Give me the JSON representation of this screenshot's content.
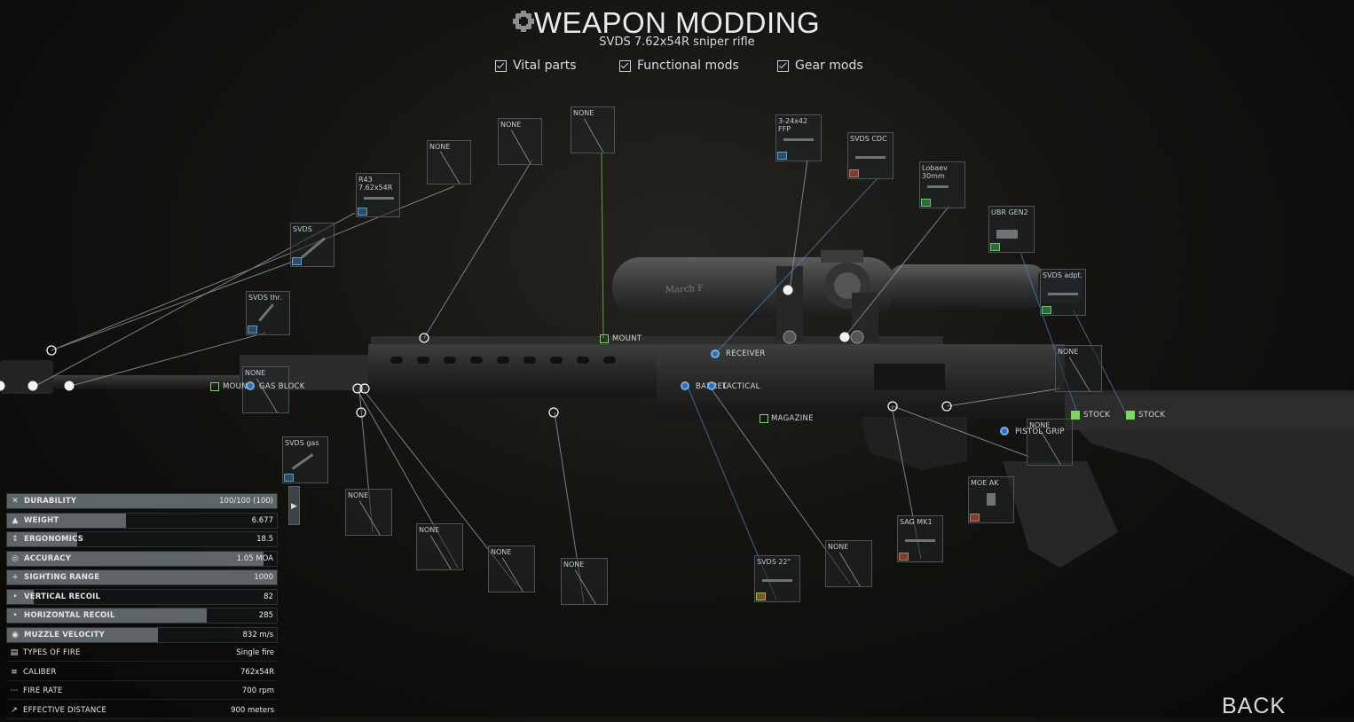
{
  "header": {
    "title": "WEAPON MODDING",
    "subtitle": "SVDS 7.62x54R sniper rifle"
  },
  "filters": [
    {
      "label": "Vital parts",
      "checked": true
    },
    {
      "label": "Functional mods",
      "checked": true
    },
    {
      "label": "Gear mods",
      "checked": true
    }
  ],
  "slots": {
    "svds_thr": "SVDS thr.",
    "svds_handguard": "SVDS",
    "r43": "R43\n7.62x54R",
    "none_a": "NONE",
    "none_b": "NONE",
    "none_c": "NONE",
    "scope": "3-24x42\nFFP",
    "svds_cdc": "SVDS CDC",
    "lobaev": "Lobaev\n30mm",
    "ubr_gen2": "UBR GEN2",
    "svds_adpt": "SVDS adpt.",
    "none_stock": "NONE",
    "none_gas": "NONE",
    "svds_gas": "SVDS gas",
    "none_d": "NONE",
    "none_e": "NONE",
    "none_f": "NONE",
    "none_g": "NONE",
    "svds_22": "SVDS 22\"",
    "none_h": "NONE",
    "sag_mk1": "SAG MK1",
    "moe_ak": "MOE AK",
    "none_pistol": "NONE"
  },
  "nodes": {
    "mount_top": "MOUNT",
    "receiver": "RECEIVER",
    "mount_left": "MOUNT",
    "gas_block": "GAS BLOCK",
    "barrel": "BARREL",
    "tactical": "TACTICAL",
    "magazine": "MAGAZINE",
    "pistol_grip": "PISTOL GRIP",
    "stock_1": "STOCK",
    "stock_2": "STOCK"
  },
  "scope_marking": "March F",
  "stats": [
    {
      "name": "DURABILITY",
      "value": "100/100 (100)",
      "fill": 1.0,
      "icon": "wrench-icon"
    },
    {
      "name": "WEIGHT",
      "value": "6.677",
      "fill": 0.44,
      "icon": "weight-icon"
    },
    {
      "name": "ERGONOMICS",
      "value": "18.5",
      "fill": 0.26,
      "icon": "ergonomics-icon"
    },
    {
      "name": "ACCURACY",
      "value": "1.05 MOA",
      "fill": 0.95,
      "icon": "crosshair-icon"
    },
    {
      "name": "SIGHTING RANGE",
      "value": "1000",
      "fill": 1.0,
      "icon": "sight-icon"
    },
    {
      "name": "VERTICAL RECOIL",
      "value": "82",
      "fill": 0.1,
      "icon": "recoil-v-icon"
    },
    {
      "name": "HORIZONTAL RECOIL",
      "value": "285",
      "fill": 0.74,
      "icon": "recoil-h-icon"
    },
    {
      "name": "MUZZLE VELOCITY",
      "value": "832 m/s",
      "fill": 0.56,
      "icon": "velocity-icon"
    },
    {
      "name": "TYPES OF FIRE",
      "value": "Single fire",
      "icon": "fire-mode-icon"
    },
    {
      "name": "CALIBER",
      "value": "762x54R",
      "icon": "caliber-icon"
    },
    {
      "name": "FIRE RATE",
      "value": "700 rpm",
      "icon": "fire-rate-icon"
    },
    {
      "name": "EFFECTIVE DISTANCE",
      "value": "900 meters",
      "icon": "distance-icon"
    }
  ],
  "back_label": "BACK"
}
